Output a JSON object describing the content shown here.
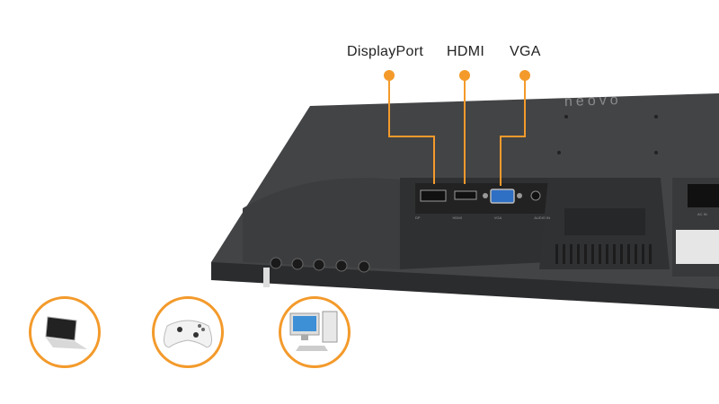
{
  "callouts": [
    {
      "label": "DisplayPort"
    },
    {
      "label": "HDMI"
    },
    {
      "label": "VGA"
    }
  ],
  "port_labels": [
    "DP",
    "HDMI",
    "VGA",
    "AUDIO IN",
    "AC IN"
  ],
  "brand_logo": "neovo",
  "devices": [
    {
      "name": "laptop"
    },
    {
      "name": "game-controller"
    },
    {
      "name": "desktop-computer"
    }
  ],
  "colors": {
    "accent": "#f39a2b",
    "monitor": "#3a3b3d"
  }
}
